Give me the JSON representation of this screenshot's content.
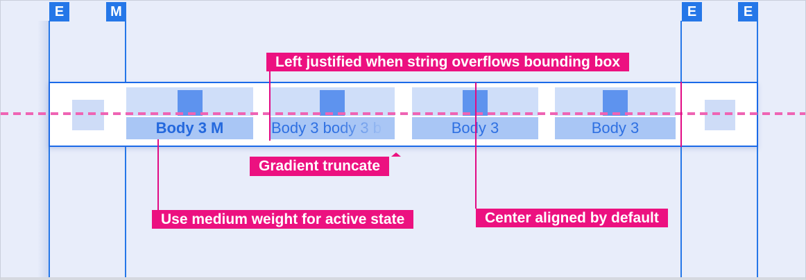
{
  "guides": {
    "markers": [
      {
        "letter": "E"
      },
      {
        "letter": "M"
      },
      {
        "letter": "E"
      },
      {
        "letter": "E"
      }
    ]
  },
  "tabbar": {
    "tabs": [
      {
        "label": "Body 3 M",
        "state": "active-medium-weight"
      },
      {
        "label": "Body 3 body 3 b",
        "state": "gradient-truncated"
      },
      {
        "label": "Body 3",
        "state": "default"
      },
      {
        "label": "Body 3",
        "state": "default"
      }
    ]
  },
  "annotations": {
    "left_justified": "Left justified when string overflows bounding box",
    "gradient_truncate": "Gradient truncate",
    "medium_weight": "Use medium weight for active state",
    "center_aligned": "Center aligned by default"
  },
  "colors": {
    "background": "#e8edfa",
    "guide_blue": "#2577e8",
    "bar_border_blue": "#1a69e8",
    "tab_band_light": "#cfdef9",
    "tab_text_band": "#a9c6f5",
    "icon_square_blue": "#5e93ee",
    "edge_square_blue": "#cedcf7",
    "tab_text_blue": "#2e70e2",
    "annotation_pink": "#ec1180",
    "connector_pink": "#e10a84",
    "baseline_pink": "#ef64b4"
  }
}
